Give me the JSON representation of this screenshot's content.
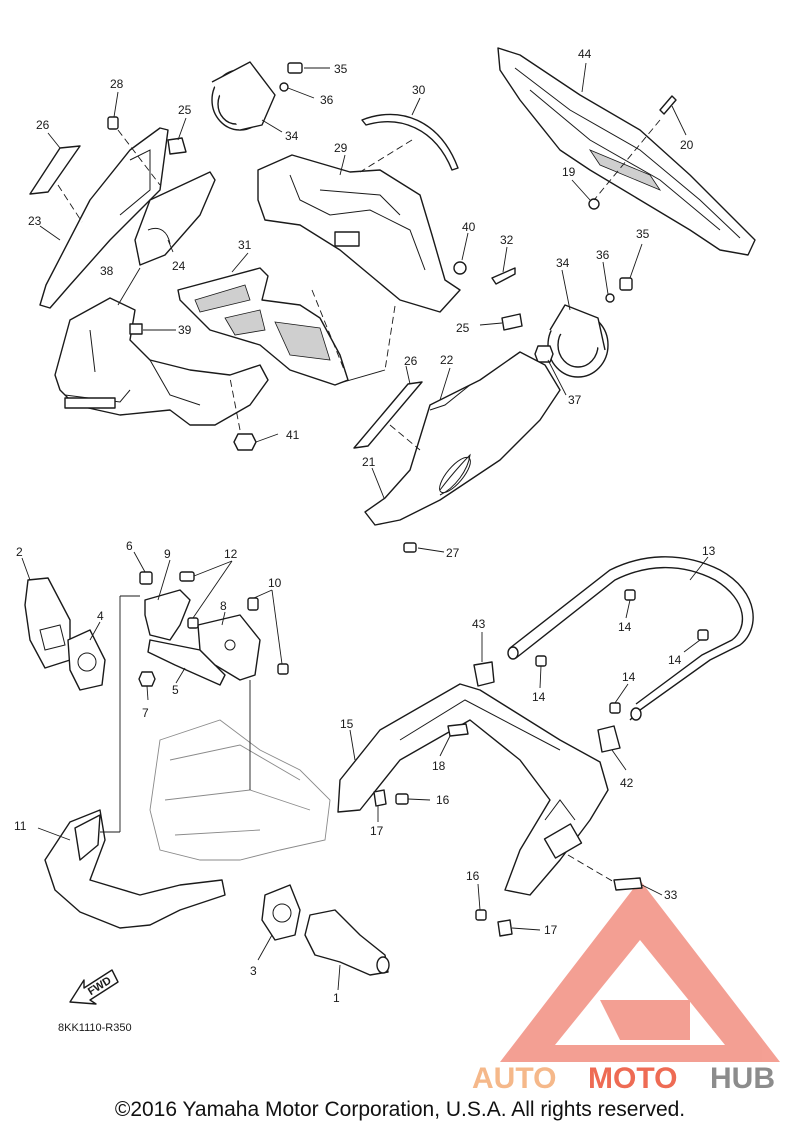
{
  "diagram": {
    "code": "8KK1110-R350",
    "fwd_label": "FWD",
    "callouts": [
      {
        "id": "c1",
        "label": "1"
      },
      {
        "id": "c2",
        "label": "2"
      },
      {
        "id": "c3",
        "label": "3"
      },
      {
        "id": "c4",
        "label": "4"
      },
      {
        "id": "c5",
        "label": "5"
      },
      {
        "id": "c6",
        "label": "6"
      },
      {
        "id": "c7",
        "label": "7"
      },
      {
        "id": "c8",
        "label": "8"
      },
      {
        "id": "c9",
        "label": "9"
      },
      {
        "id": "c10",
        "label": "10"
      },
      {
        "id": "c11",
        "label": "11"
      },
      {
        "id": "c12",
        "label": "12"
      },
      {
        "id": "c13",
        "label": "13"
      },
      {
        "id": "c14a",
        "label": "14"
      },
      {
        "id": "c14b",
        "label": "14"
      },
      {
        "id": "c14c",
        "label": "14"
      },
      {
        "id": "c14d",
        "label": "14"
      },
      {
        "id": "c15",
        "label": "15"
      },
      {
        "id": "c16a",
        "label": "16"
      },
      {
        "id": "c16b",
        "label": "16"
      },
      {
        "id": "c17a",
        "label": "17"
      },
      {
        "id": "c17b",
        "label": "17"
      },
      {
        "id": "c18",
        "label": "18"
      },
      {
        "id": "c19",
        "label": "19"
      },
      {
        "id": "c20",
        "label": "20"
      },
      {
        "id": "c21",
        "label": "21"
      },
      {
        "id": "c22",
        "label": "22"
      },
      {
        "id": "c23",
        "label": "23"
      },
      {
        "id": "c24",
        "label": "24"
      },
      {
        "id": "c25a",
        "label": "25"
      },
      {
        "id": "c25b",
        "label": "25"
      },
      {
        "id": "c26a",
        "label": "26"
      },
      {
        "id": "c26b",
        "label": "26"
      },
      {
        "id": "c27",
        "label": "27"
      },
      {
        "id": "c28",
        "label": "28"
      },
      {
        "id": "c29",
        "label": "29"
      },
      {
        "id": "c30",
        "label": "30"
      },
      {
        "id": "c31",
        "label": "31"
      },
      {
        "id": "c32",
        "label": "32"
      },
      {
        "id": "c33",
        "label": "33"
      },
      {
        "id": "c34a",
        "label": "34"
      },
      {
        "id": "c34b",
        "label": "34"
      },
      {
        "id": "c35a",
        "label": "35"
      },
      {
        "id": "c35b",
        "label": "35"
      },
      {
        "id": "c36a",
        "label": "36"
      },
      {
        "id": "c36b",
        "label": "36"
      },
      {
        "id": "c37",
        "label": "37"
      },
      {
        "id": "c38",
        "label": "38"
      },
      {
        "id": "c39",
        "label": "39"
      },
      {
        "id": "c40",
        "label": "40"
      },
      {
        "id": "c41",
        "label": "41"
      },
      {
        "id": "c42",
        "label": "42"
      },
      {
        "id": "c43",
        "label": "43"
      },
      {
        "id": "c44",
        "label": "44"
      }
    ]
  },
  "watermark": {
    "part1": "AUTO",
    "part2": "MOTO",
    "part3": "HUB",
    "colors": {
      "auto": "#f5b88a",
      "moto": "#ee6b54",
      "hub": "#8c8c8c",
      "logo": "#f08070"
    }
  },
  "footer": {
    "copyright": "©2016 Yamaha Motor Corporation, U.S.A. All rights reserved."
  }
}
